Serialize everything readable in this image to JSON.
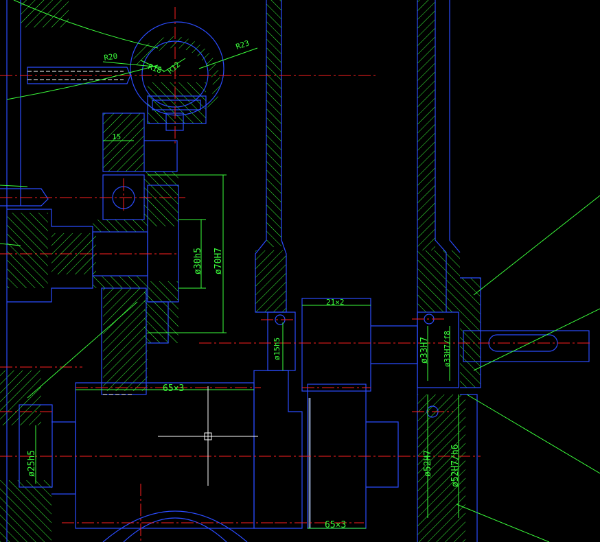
{
  "colors": {
    "background": "#000000",
    "outline": "#2b4cff",
    "hatch_and_dimensions": "#3cff3c",
    "centerline": "#ff2020",
    "crosshair": "#ffffff"
  },
  "cursor": {
    "icon": "crosshair-cursor-icon"
  },
  "dimensions": {
    "r20": "R20",
    "r18": "R18",
    "r12": "R12",
    "r23": "R23",
    "d15": "15",
    "d30h5": "ø30h5",
    "d70h7": "ø70H7",
    "d15h5": "ø15h5",
    "key21x2": "21×2",
    "key65x3_top": "65×3",
    "key65x3_bottom": "65×3",
    "d33h7": "ø33H7",
    "d33h7f8": "ø33H7/f8",
    "d25h5": "ø25h5",
    "d52h7": "ø52H7",
    "d52h7h6": "ø52H7/h6"
  }
}
